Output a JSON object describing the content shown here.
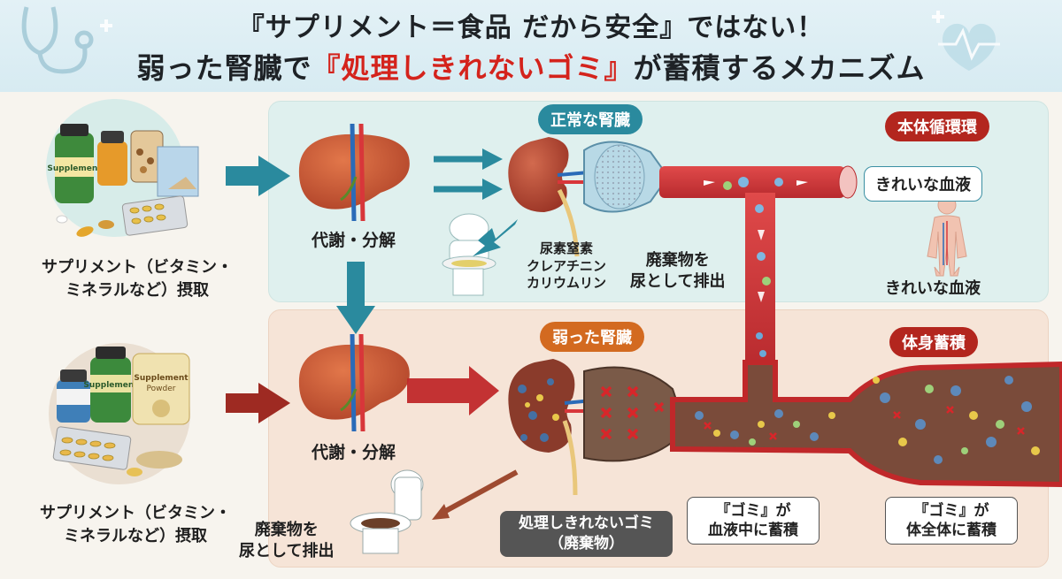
{
  "header": {
    "line1": "『サプリメント＝食品 だから安全』ではない！",
    "line2_part1": "弱った腎臓で",
    "line2_highlight": "『処理しきれないゴミ』",
    "line2_part2": "が蓄積するメカニズム"
  },
  "top": {
    "intake_label_line1": "サプリメント（ビタミン・",
    "intake_label_line2": "ミネラルなど）摂取",
    "bottle_label": "Supplement",
    "metabolism_label": "代謝・分解",
    "kidney_title": "正常な腎臓",
    "filtered_line1": "尿素窒素",
    "filtered_line2": "クレアチニン",
    "filtered_line3": "カリウムリン",
    "excretion_line1": "廃棄物を",
    "excretion_line2": "尿として排出",
    "circulation_title": "本体循環環",
    "clean_blood_bubble": "きれいな血液",
    "clean_blood_label": "きれいな血液"
  },
  "bottom": {
    "intake_label_line1": "サプリメント（ビタミン・",
    "intake_label_line2": "ミネラルなど）摂取",
    "bottle_label": "Supplement",
    "box_label_line1": "Supplement",
    "box_label_line2": "Powder",
    "metabolism_label": "代謝・分解",
    "kidney_title": "弱った腎臓",
    "excretion_line1": "廃棄物を",
    "excretion_line2": "尿として排出",
    "waste_line1": "処理しきれないゴミ",
    "waste_line2": "（廃棄物）",
    "accum_title": "体身蓄積",
    "blood_accum_line1": "『ゴミ』が",
    "blood_accum_line2": "血液中に蓄積",
    "body_accum_line1": "『ゴミ』が",
    "body_accum_line2": "体全体に蓄積"
  },
  "colors": {
    "teal": "#2a8a9e",
    "dark_red": "#b3261e",
    "orange": "#d36a20",
    "vessel_red": "#d8363a"
  },
  "icons": [
    "stethoscope-icon",
    "heart-pulse-icon",
    "liver-icon",
    "kidney-icon",
    "toilet-icon",
    "filter-icon",
    "human-body-icon"
  ]
}
